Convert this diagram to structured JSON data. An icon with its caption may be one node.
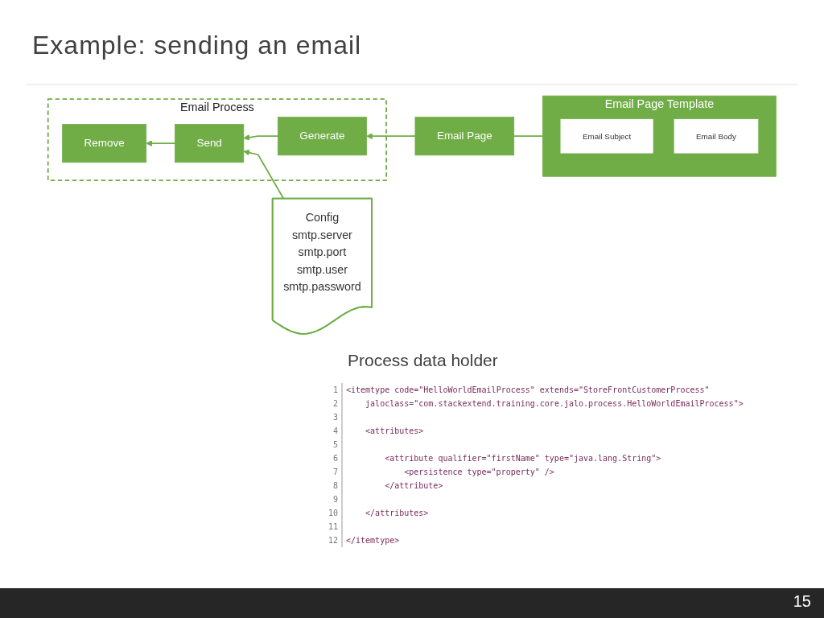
{
  "diagram": {
    "title": "Example: sending an email",
    "nodes": [
      {
        "text": [
          "Email Process"
        ]
      },
      {
        "text": [
          "Generate"
        ],
        "in": 0
      },
      {
        "text": [
          "Send"
        ],
        "in": 0
      },
      {
        "text": [
          "Remove"
        ],
        "in": 0
      },
      {
        "text": [
          "Email Page Template"
        ]
      },
      {
        "text": [
          "Email Subject"
        ],
        "in": 4
      },
      {
        "text": [
          "Email Body"
        ],
        "in": 4
      },
      {
        "text": [
          "Email Page"
        ]
      },
      {
        "text": [
          "Config",
          "smtp.server",
          "smtp.port",
          "smtp.user",
          "smtp.password"
        ]
      }
    ],
    "edges": [
      {
        "from": 4,
        "to": 7,
        "arrow": "none"
      },
      {
        "from": 7,
        "to": 1,
        "arrow": "to"
      },
      {
        "from": 1,
        "to": 2,
        "arrow": "to"
      },
      {
        "from": 2,
        "to": 3,
        "arrow": "to"
      },
      {
        "from": 8,
        "to": 2,
        "arrow": "to"
      }
    ],
    "labels": [
      "Process data holder",
      "1",
      "<itemtype code=\"HelloWorldEmailProcess\" extends=\"StoreFrontCustomerProcess\"",
      "2",
      "jaloclass=\"com.stackextend.training.core.jalo.process.HelloWorldEmailProcess\">",
      "3",
      "4",
      "<attributes>",
      "5",
      "6",
      "<attribute qualifier=\"firstName\" type=\"java.lang.String\">",
      "7",
      "<persistence type=\"property\" />",
      "8",
      "</attribute>",
      "9",
      "10",
      "</attributes>",
      "11",
      "12",
      "</itemtype>",
      "15"
    ]
  }
}
